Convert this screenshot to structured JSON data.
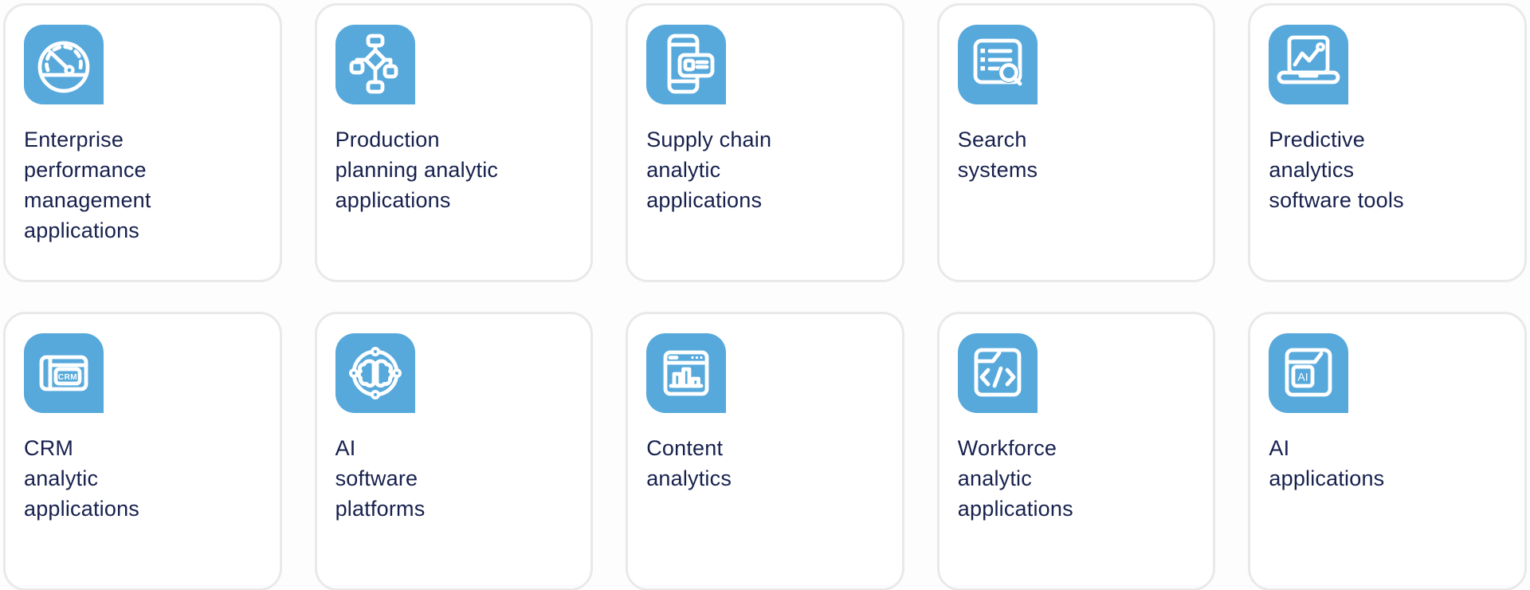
{
  "page": {
    "background": "#fdfdfd"
  },
  "card_style": {
    "accent": "#57a9dc",
    "glyph_color": "#ffffff",
    "text_color": "#16204d",
    "border_color": "#e9e9e9",
    "background": "#ffffff"
  },
  "cards": [
    {
      "label": "Enterprise performance management applications",
      "lines": [
        "Enterprise",
        "performance",
        "management",
        "applications"
      ],
      "icon": "gauge-icon"
    },
    {
      "label": "Production planning analytic applications",
      "lines": [
        "Production",
        "planning analytic",
        "applications"
      ],
      "icon": "flowchart-icon"
    },
    {
      "label": "Supply chain analytic applications",
      "lines": [
        "Supply chain",
        "analytic",
        "applications"
      ],
      "icon": "mobile-card-icon"
    },
    {
      "label": "Search systems",
      "lines": [
        "Search",
        "systems"
      ],
      "icon": "list-search-icon"
    },
    {
      "label": "Predictive analytics software tools",
      "lines": [
        "Predictive",
        "analytics",
        "software tools"
      ],
      "icon": "laptop-chart-icon"
    },
    {
      "label": "CRM analytic applications",
      "lines": [
        "CRM",
        "analytic",
        "applications"
      ],
      "icon": "crm-browser-icon",
      "icon_text": "CRM"
    },
    {
      "label": "AI software platforms",
      "lines": [
        "AI",
        "software",
        "platforms"
      ],
      "icon": "brain-network-icon"
    },
    {
      "label": "Content analytics",
      "lines": [
        "Content",
        "analytics"
      ],
      "icon": "browser-bar-chart-icon"
    },
    {
      "label": "Workforce analytic applications",
      "lines": [
        "Workforce",
        "analytic",
        "applications"
      ],
      "icon": "code-folder-icon"
    },
    {
      "label": "AI applications",
      "lines": [
        "AI",
        "applications"
      ],
      "icon": "ai-folder-icon",
      "icon_text": "AI"
    }
  ]
}
